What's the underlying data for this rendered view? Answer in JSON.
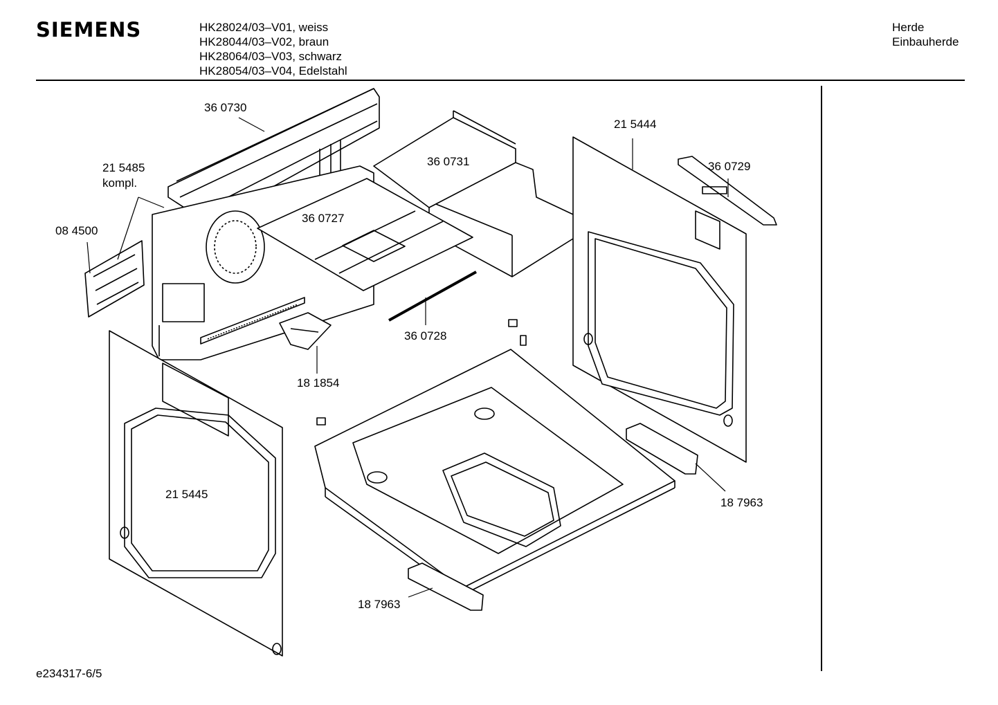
{
  "header": {
    "brand": "SIEMENS",
    "models": [
      "HK28024/03–V01, weiss",
      "HK28044/03–V02, braun",
      "HK28064/03–V03, schwarz",
      "HK28054/03–V04, Edelstahl"
    ],
    "category": [
      "Herde",
      "Einbauherde"
    ]
  },
  "parts": {
    "p360730": "36 0730",
    "p215485": "21 5485",
    "p215485b": "kompl.",
    "p084500": "08 4500",
    "p360731": "36 0731",
    "p360727": "36 0727",
    "p215444": "21 5444",
    "p360729": "36 0729",
    "p360728": "36 0728",
    "p181854": "18 1854",
    "p215445": "21 5445",
    "p187963a": "18 7963",
    "p187963b": "18 7963"
  },
  "footer": {
    "code": "e234317-6/5"
  }
}
